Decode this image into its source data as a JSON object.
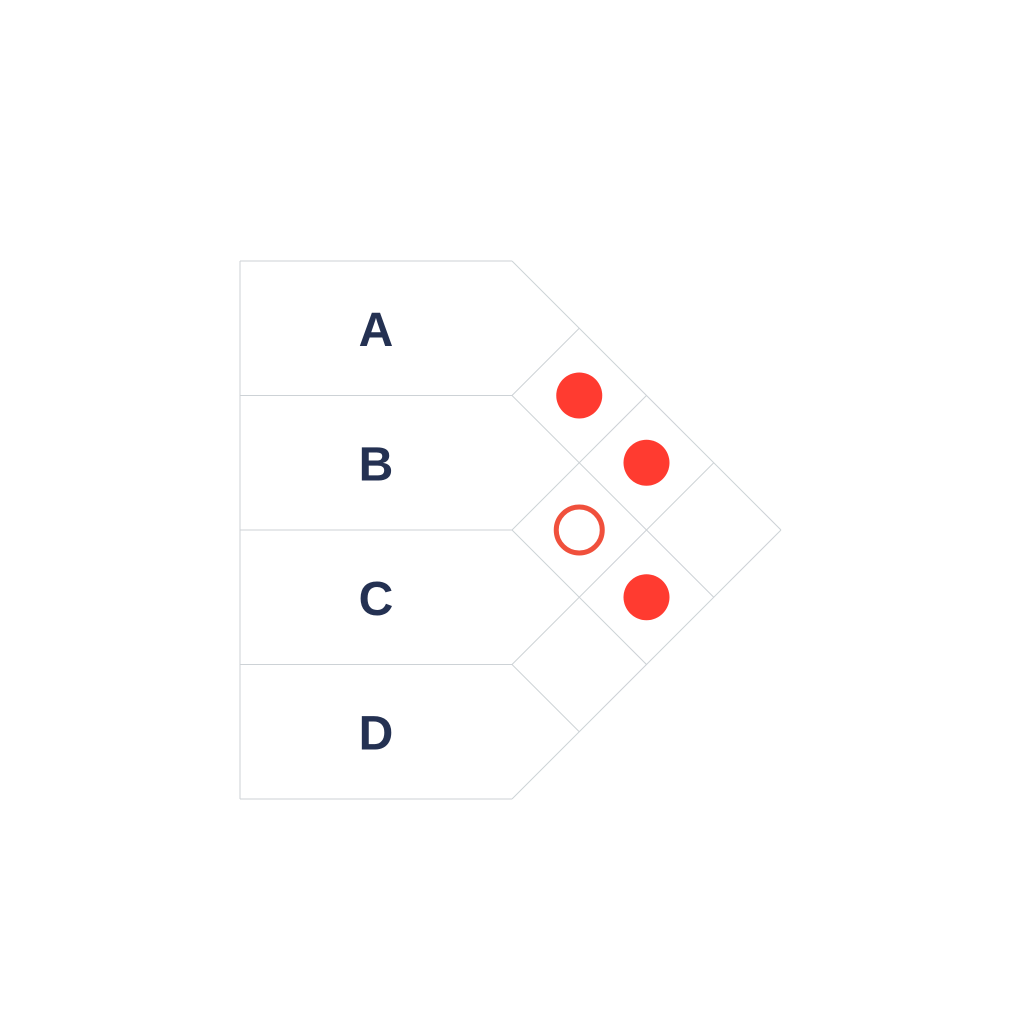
{
  "colors": {
    "grid": "#cdd2d6",
    "label": "#243152",
    "filled_marker": "#ff3b30",
    "ring_marker": "#f0503c"
  },
  "rows": [
    {
      "label": "A"
    },
    {
      "label": "B"
    },
    {
      "label": "C"
    },
    {
      "label": "D"
    }
  ],
  "markers": [
    {
      "rows": [
        "A",
        "B"
      ],
      "style": "filled"
    },
    {
      "rows": [
        "B",
        "C"
      ],
      "style": "ring"
    },
    {
      "rows": [
        "B",
        "D"
      ],
      "style": "filled"
    },
    {
      "rows": [
        "A",
        "C"
      ],
      "style": "filled"
    }
  ]
}
